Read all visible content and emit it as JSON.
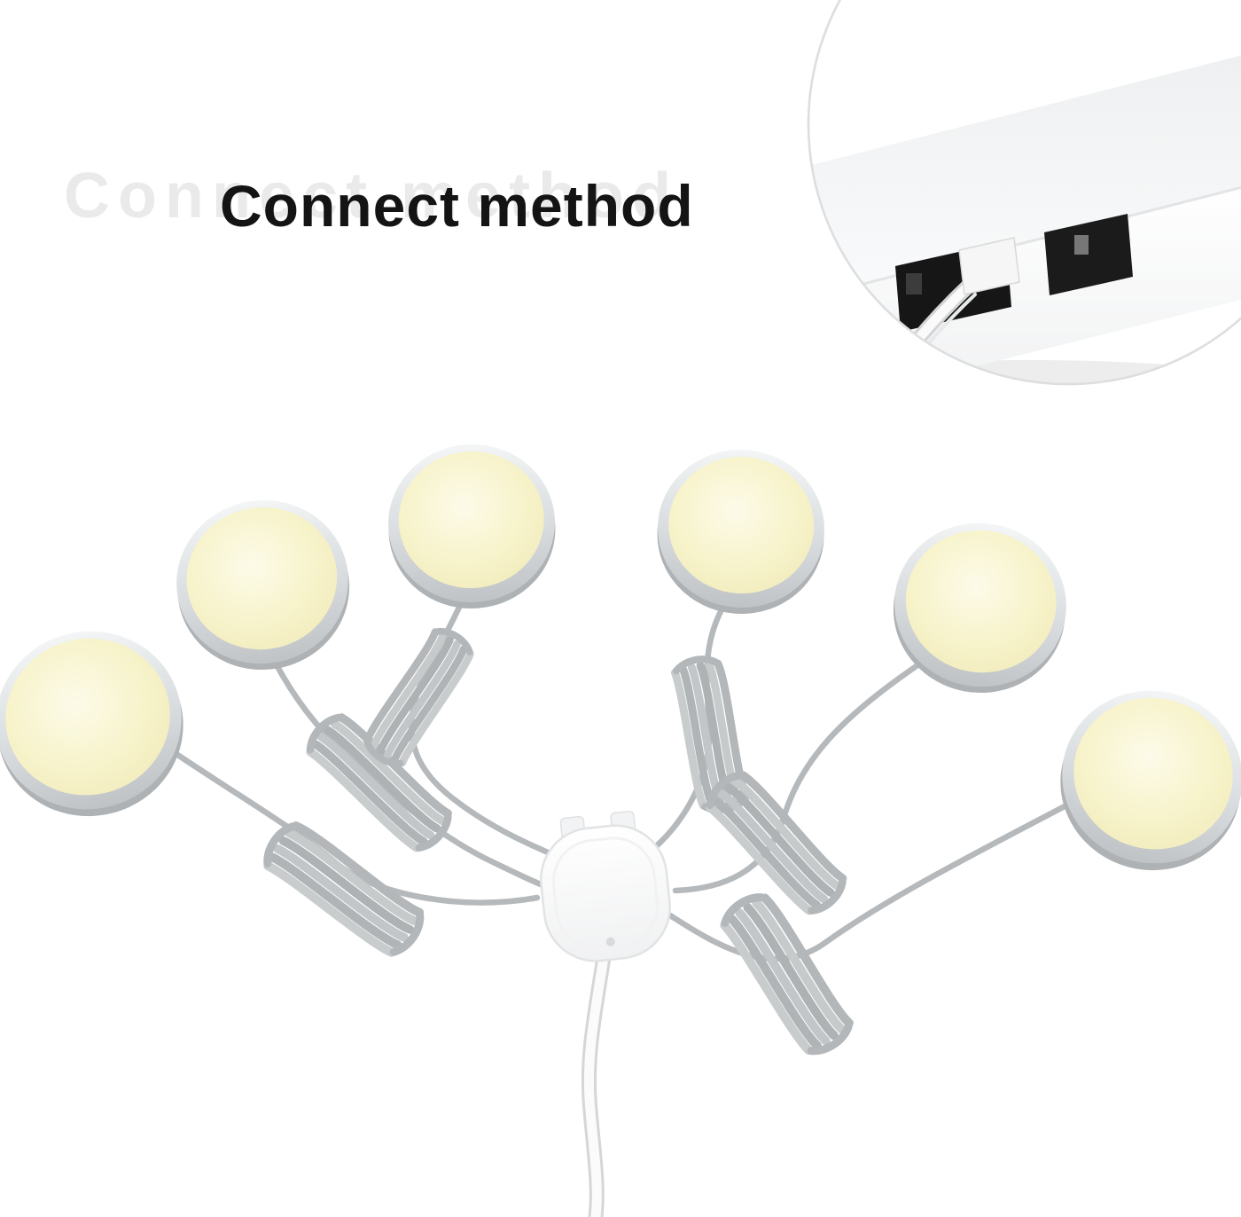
{
  "title": {
    "main": "Connect method",
    "watermark": "Connect method"
  },
  "scene": {
    "puck_count": 6,
    "coil_count": 6
  },
  "colors": {
    "background": "#ffffff",
    "title_text": "#141414",
    "watermark_text": "#eaeaea",
    "puck_glow": "#f7f3cb",
    "puck_rim": "#c9cdcf",
    "cable_gray": "#b5b9bb",
    "hub_white": "#fafafb",
    "port_black": "#161616",
    "inset_ring": "#dcdee0"
  }
}
